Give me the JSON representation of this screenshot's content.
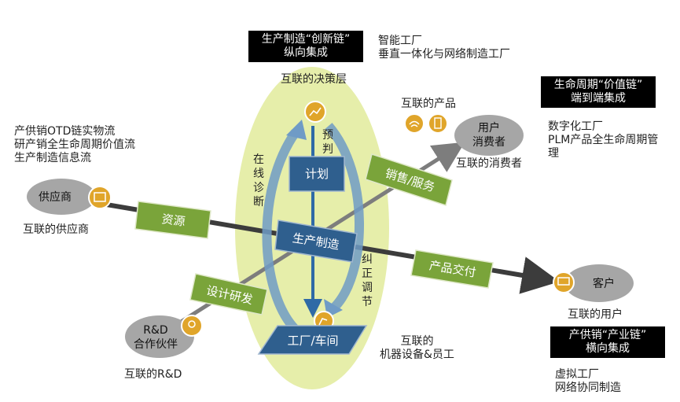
{
  "colors": {
    "green_box": "#7aa43a",
    "blue_box": "#2f5f8e",
    "ellipse": "#e6eeaa",
    "grey_node": "#a6a6a6",
    "dark_line": "#3c3c3c",
    "gold_icon": "#e0a52a"
  },
  "boxes": {
    "vertical_title": [
      "生产制造“创新链”",
      "纵向集成"
    ],
    "lifecycle_title": [
      "生命周期“价值链”",
      "端到端集成"
    ],
    "supply_title": [
      "产供销“产业链”",
      "横向集成"
    ]
  },
  "labels": {
    "smart_factory": [
      "智能工厂",
      "垂直一体化与网络制造工厂"
    ],
    "decision_layer": "互联的决策层",
    "connected_products": "互联的产品",
    "digital_factory": [
      "数字化工厂",
      "PLM产品全生命周期管",
      "理"
    ],
    "flows": [
      "产供销OTD链实物流",
      "研产销全生命周期价值流",
      "生产制造信息流"
    ],
    "connected_supplier": "互联的供应商",
    "connected_consumer": "互联的消费者",
    "connected_user": "互联的用户",
    "connected_machines": [
      "互联的",
      "机器设备&员工"
    ],
    "connected_rd": "互联的R&D",
    "virtual_factory": [
      "虚拟工厂",
      "网络协同制造"
    ]
  },
  "nodes": {
    "supplier": "供应商",
    "consumer": [
      "用户",
      "消费者"
    ],
    "customer": "客户",
    "rd_partner": [
      "R&D",
      "合作伙伴"
    ]
  },
  "green_boxes": {
    "resources": "资源",
    "sales_service": "销售/服务",
    "design_rd": "设计研发",
    "delivery": "产品交付"
  },
  "blue_boxes": {
    "plan": "计划",
    "production": "生产制造",
    "factory": "工厂/车间"
  },
  "arrow_labels": {
    "online_diagnosis": "在线诊断",
    "forecast": "预判",
    "correct_adjust": "纠正调节"
  }
}
